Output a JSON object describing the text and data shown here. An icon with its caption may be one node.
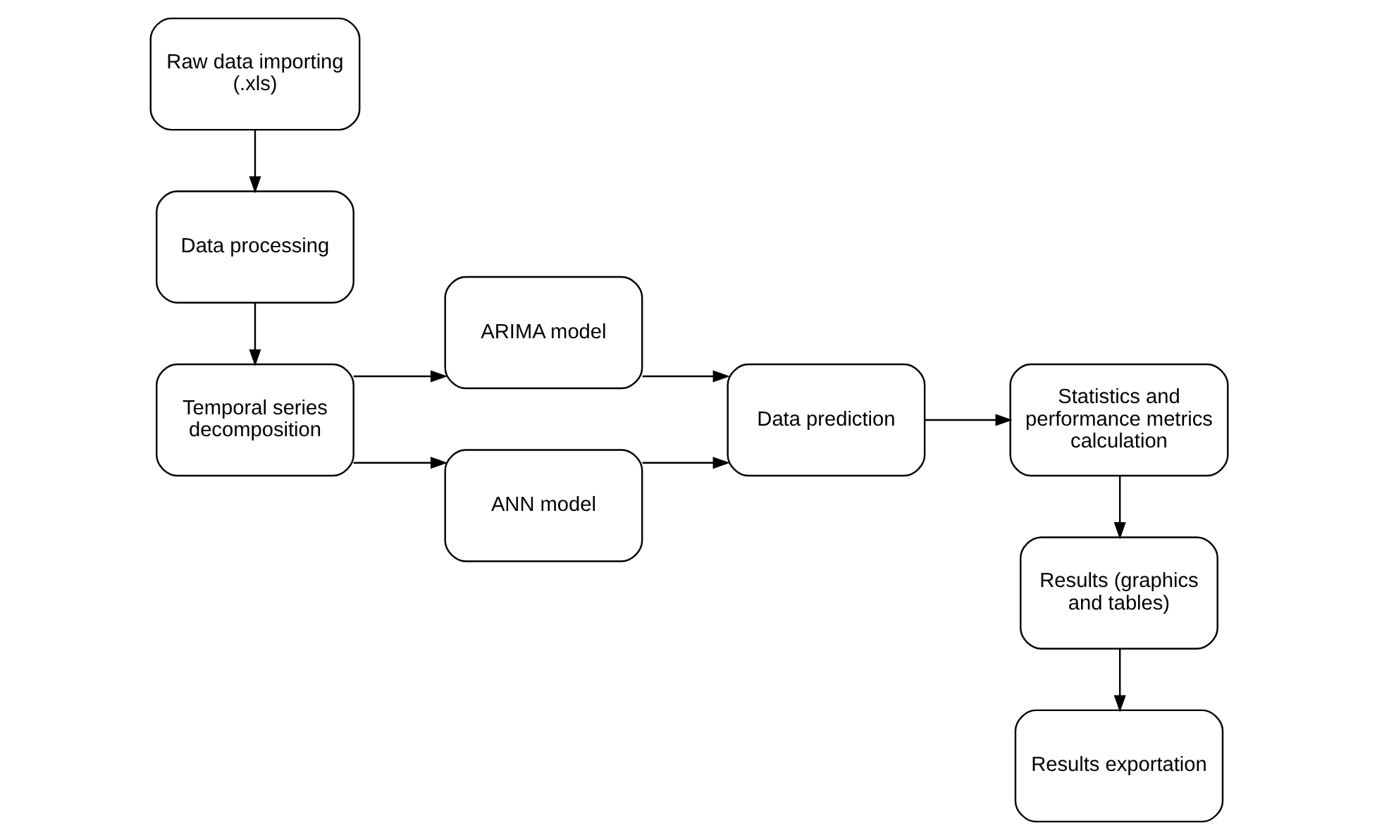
{
  "diagram": {
    "nodes": [
      {
        "text": [
          "Raw data importing (.xls)"
        ]
      },
      {
        "text": [
          "Data processing"
        ]
      },
      {
        "text": [
          "Temporal series decomposition"
        ]
      },
      {
        "text": [
          "ARIMA model"
        ]
      },
      {
        "text": [
          "ANN model"
        ]
      },
      {
        "text": [
          "Data prediction"
        ]
      },
      {
        "text": [
          "Statistics and performance metrics calculation"
        ]
      },
      {
        "text": [
          "Results (graphics and tables)"
        ]
      },
      {
        "text": [
          "Results exportation"
        ]
      }
    ],
    "edges": [
      {
        "from": 0,
        "to": 1,
        "arrow": "to"
      },
      {
        "from": 1,
        "to": 2,
        "arrow": "to"
      },
      {
        "from": 2,
        "to": 3,
        "arrow": "to"
      },
      {
        "from": 2,
        "to": 4,
        "arrow": "to"
      },
      {
        "from": 3,
        "to": 5,
        "arrow": "to"
      },
      {
        "from": 4,
        "to": 5,
        "arrow": "to"
      },
      {
        "from": 5,
        "to": 6,
        "arrow": "to"
      },
      {
        "from": 6,
        "to": 7,
        "arrow": "to"
      },
      {
        "from": 7,
        "to": 8,
        "arrow": "to"
      }
    ]
  }
}
